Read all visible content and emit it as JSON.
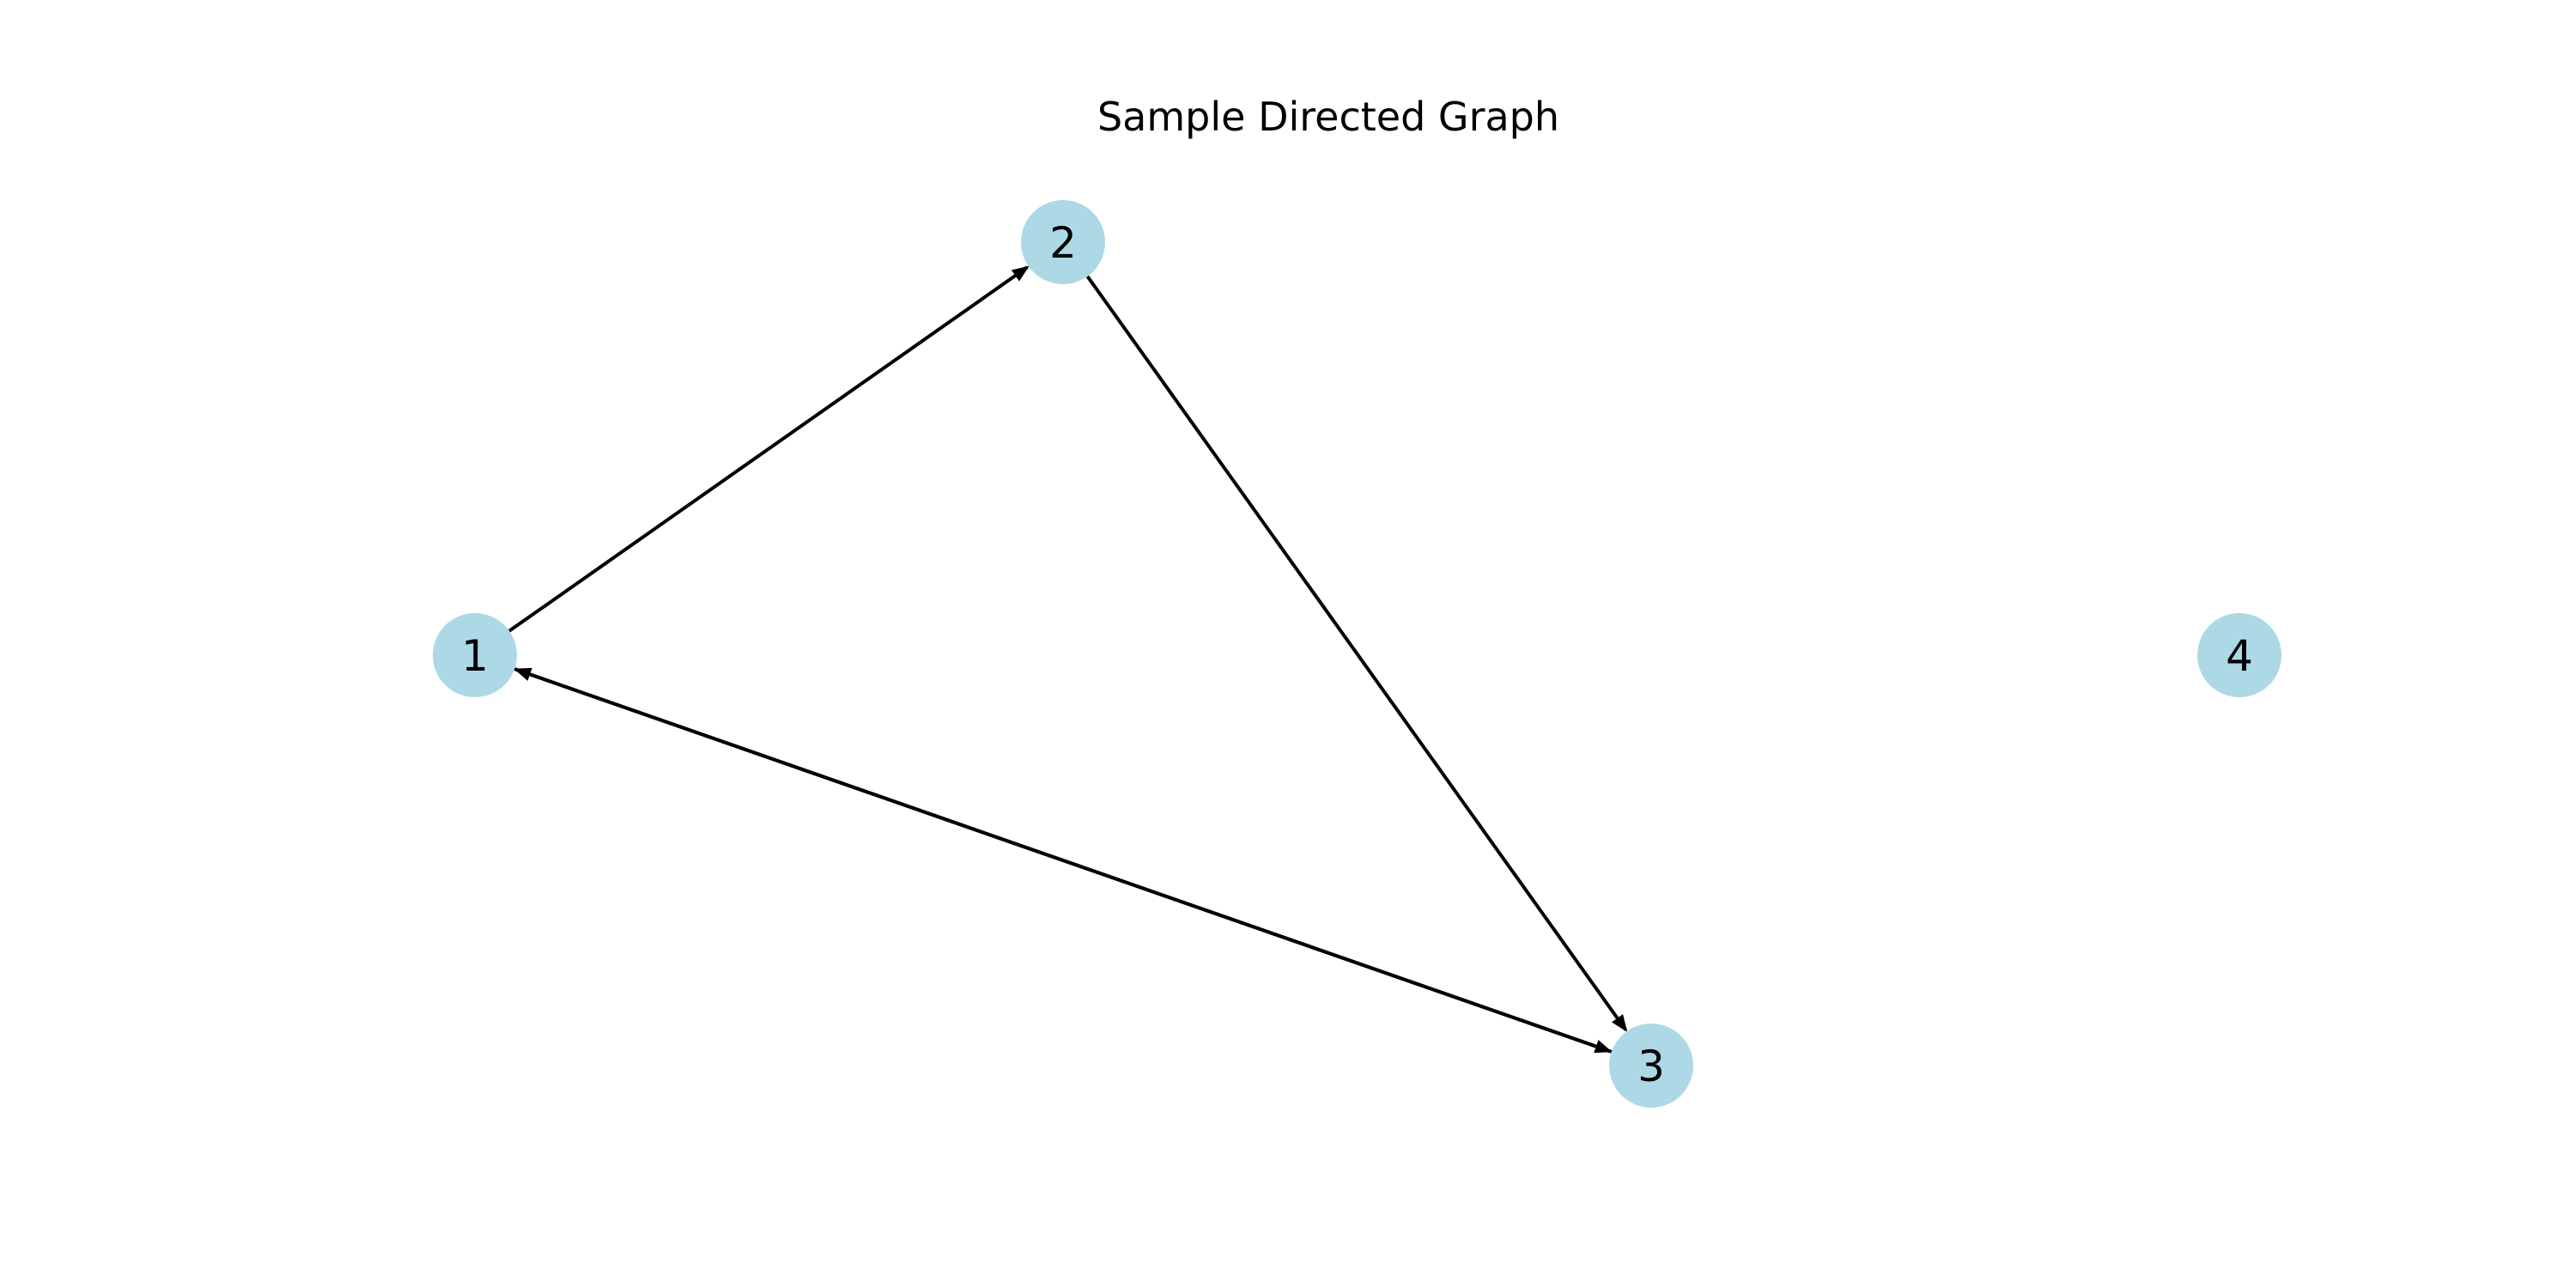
{
  "title": "Sample Directed Graph",
  "colors": {
    "node_fill": "#ADD8E6",
    "edge_stroke": "#000000",
    "label_text": "#000000",
    "background": "#FFFFFF"
  },
  "nodes": [
    {
      "id": "1",
      "label": "1"
    },
    {
      "id": "2",
      "label": "2"
    },
    {
      "id": "3",
      "label": "3"
    },
    {
      "id": "4",
      "label": "4"
    }
  ],
  "edges": [
    {
      "from": "1",
      "to": "2"
    },
    {
      "from": "2",
      "to": "3"
    },
    {
      "from": "3",
      "to": "1"
    },
    {
      "from": "1",
      "to": "3"
    }
  ]
}
